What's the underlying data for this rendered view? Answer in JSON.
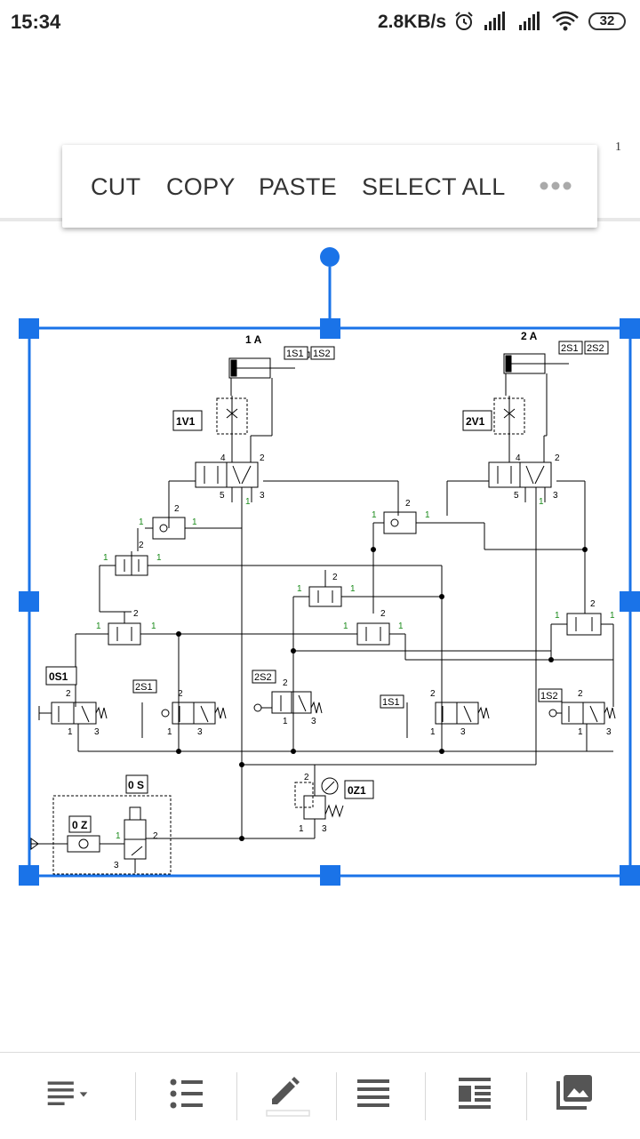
{
  "status_bar": {
    "time": "15:34",
    "network_speed": "2.8KB/s",
    "icons": [
      "alarm-icon",
      "signal-icon",
      "signal-icon",
      "wifi-icon"
    ],
    "battery": "32"
  },
  "page_number": "1",
  "context_menu": {
    "cut": "CUT",
    "copy": "COPY",
    "paste": "PASTE",
    "select_all": "SELECT ALL",
    "more_icon": "more-horizontal-icon"
  },
  "selection_color": "#1a73e8",
  "diagram": {
    "cylinders": [
      {
        "name": "1 A",
        "sensors": [
          "1S1",
          "1S2"
        ]
      },
      {
        "name": "2 A",
        "sensors": [
          "2S1",
          "2S2"
        ]
      }
    ],
    "flow_valves": [
      "1V1",
      "2V1"
    ],
    "valve_labels": [
      "0S1",
      "2S1",
      "2S2",
      "1S1",
      "1S2"
    ],
    "supply_labels": [
      "0 S",
      "0 Z",
      "0Z1"
    ],
    "port_numbers": [
      "1",
      "2",
      "3",
      "4",
      "5"
    ]
  },
  "bottom_toolbar": {
    "items": [
      {
        "icon": "text-align-icon"
      },
      {
        "icon": "bulleted-list-icon"
      },
      {
        "icon": "pencil-icon"
      },
      {
        "icon": "paragraph-icon"
      },
      {
        "icon": "wrap-text-icon"
      },
      {
        "icon": "image-icon"
      }
    ]
  }
}
